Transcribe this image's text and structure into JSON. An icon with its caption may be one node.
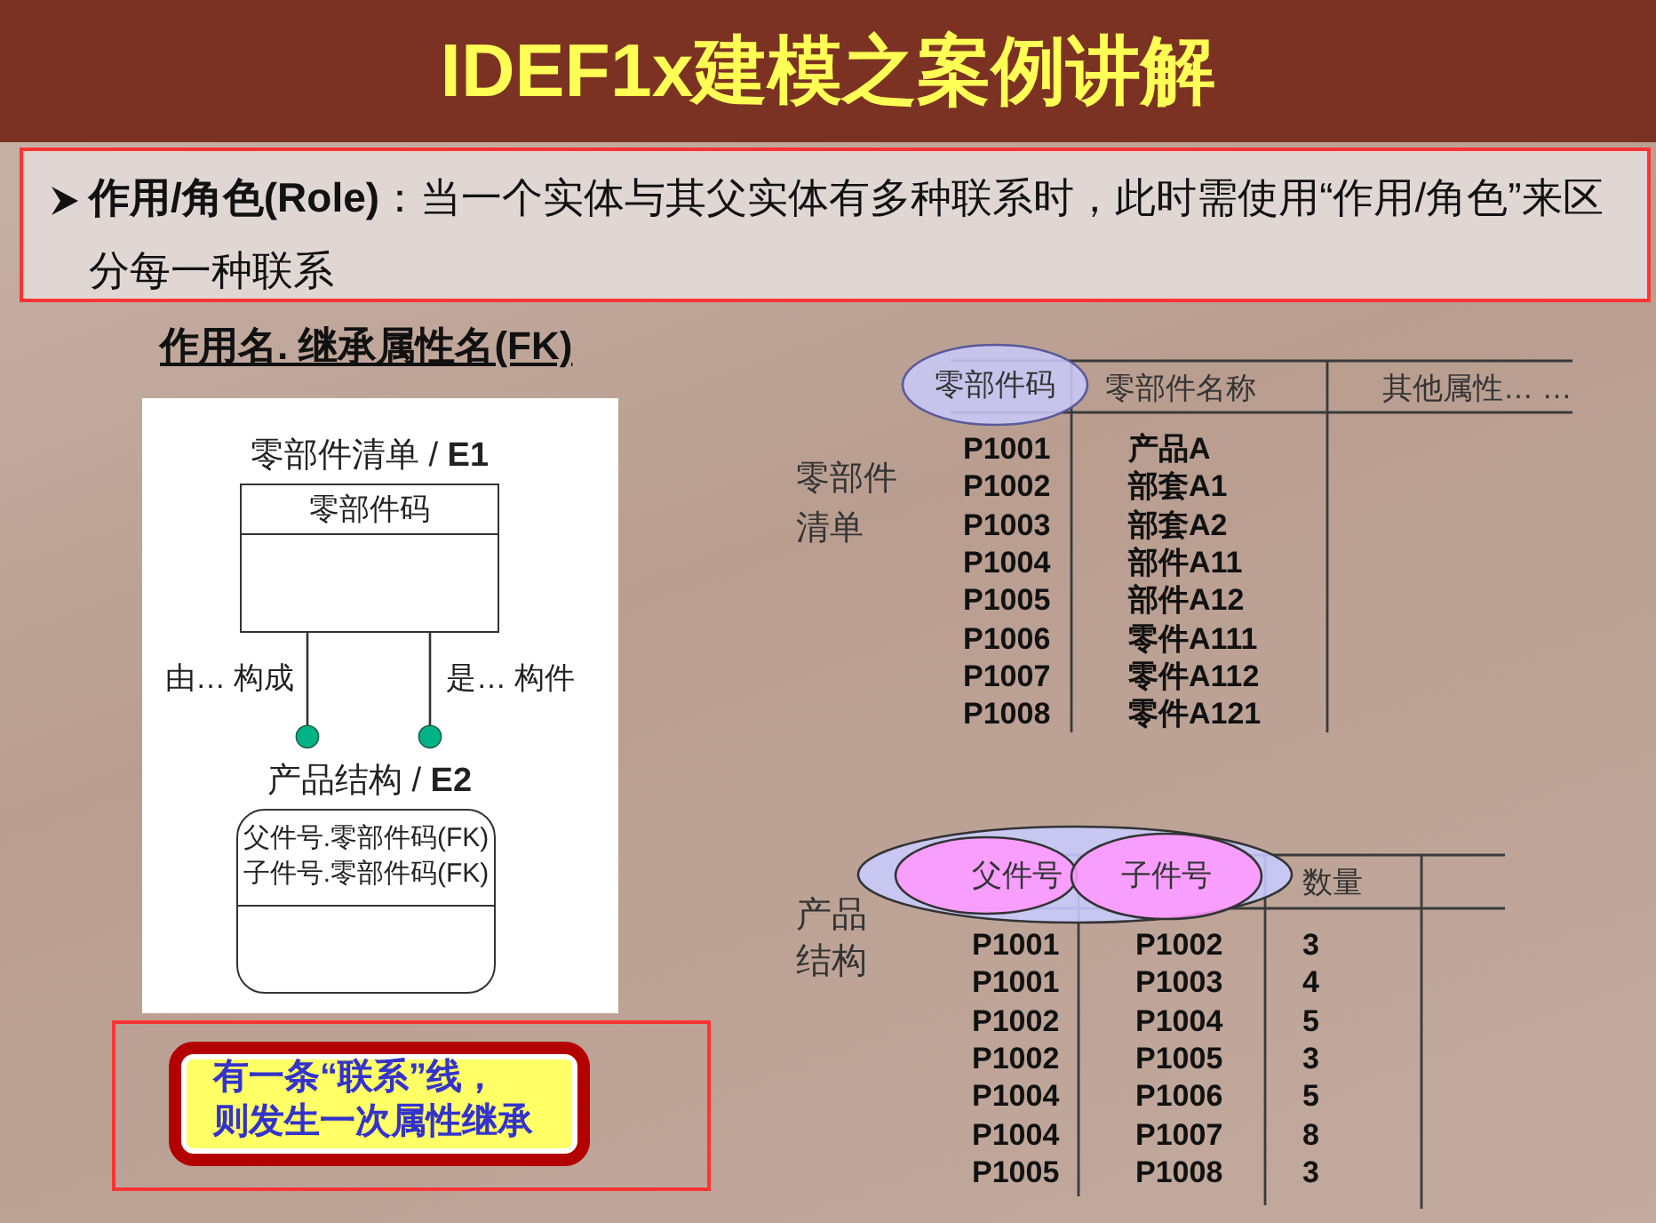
{
  "diagram": {
    "title": "IDEF1x建模之案例讲解",
    "nodes": [
      {
        "text": [
          "**作用/角色(Role)**：当一个实体与其父实体有多种联系时，此时需使用“作用/角色”来区分每一种联系"
        ]
      },
      {
        "text": [
          "零部件清单 / **E1**",
          "零部件码"
        ]
      },
      {
        "text": [
          "产品结构 / **E2**",
          "父件号.零部件码(FK)",
          "子件号.零部件码(FK)"
        ]
      },
      {
        "text": [],
        "shape": "box"
      },
      {
        "text": [
          "有一条“联系”线，则发生一次属性继承"
        ],
        "in": 3
      },
      {
        "text": [
          "零部件码"
        ]
      },
      {
        "text": [],
        "shape": "ellipse"
      },
      {
        "text": [
          "父件号"
        ],
        "in": 6
      },
      {
        "text": [
          "子件号"
        ],
        "in": 6
      }
    ],
    "edges": [
      {
        "from": 1,
        "to": 2,
        "arrow": "other",
        "label": "由… 构成"
      },
      {
        "from": 1,
        "to": 2,
        "arrow": "other",
        "label": "是… 构件"
      }
    ],
    "labels": [
      "作用名. 继承属性名(FK)",
      "零部件名称",
      "其他属性… …",
      "零部件清单",
      "P1001",
      "产品A",
      "P1002",
      "部套A1",
      "P1003",
      "部套A2",
      "P1004",
      "部件A11",
      "P1005",
      "部件A12",
      "P1006",
      "零件A111",
      "P1007",
      "零件A112",
      "P1008",
      "零件A121",
      "数量",
      "产品结构",
      "P1001",
      "P1002",
      "3",
      "P1001",
      "P1003",
      "4",
      "P1002",
      "P1004",
      "5",
      "P1002",
      "P1005",
      "3",
      "P1004",
      "P1006",
      "5",
      "P1004",
      "P1007",
      "8",
      "P1005",
      "P1008",
      "3"
    ]
  }
}
